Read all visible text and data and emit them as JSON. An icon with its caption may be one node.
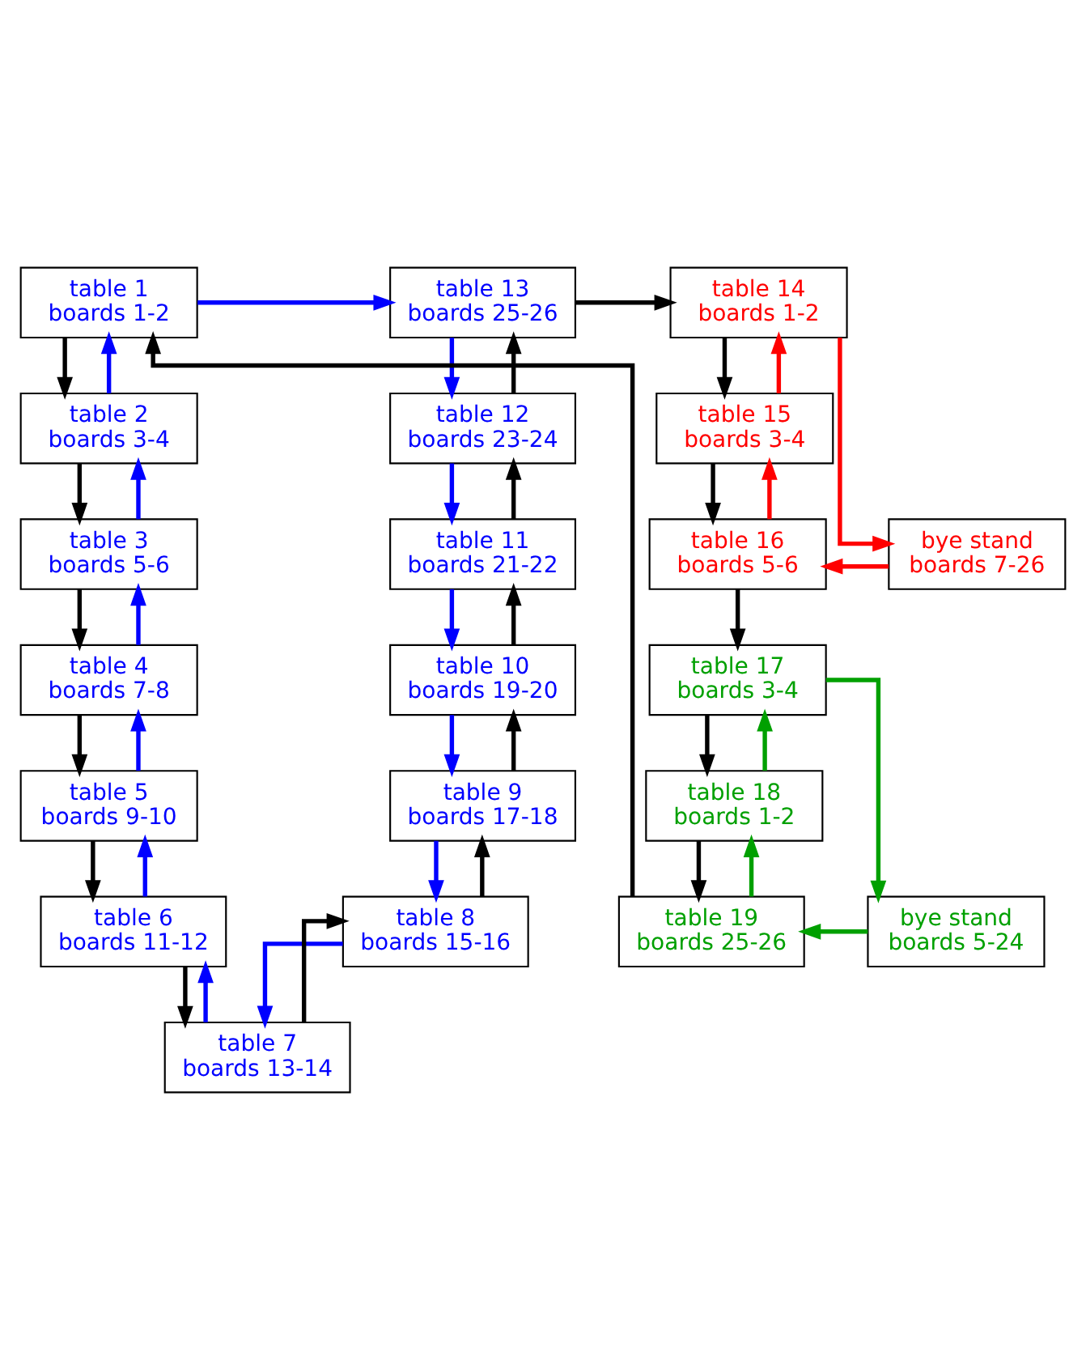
{
  "diagram": {
    "nodes": [
      {
        "text": [
          "table 1",
          "boards 1-2"
        ]
      },
      {
        "text": [
          "table 2",
          "boards 3-4"
        ]
      },
      {
        "text": [
          "table 3",
          "boards 5-6"
        ]
      },
      {
        "text": [
          "table 4",
          "boards 7-8"
        ]
      },
      {
        "text": [
          "table 5",
          "boards 9-10"
        ]
      },
      {
        "text": [
          "table 6",
          "boards 11-12"
        ]
      },
      {
        "text": [
          "table 7",
          "boards 13-14"
        ]
      },
      {
        "text": [
          "table 8",
          "boards 15-16"
        ]
      },
      {
        "text": [
          "table 9",
          "boards 17-18"
        ]
      },
      {
        "text": [
          "table 10",
          "boards 19-20"
        ]
      },
      {
        "text": [
          "table 11",
          "boards 21-22"
        ]
      },
      {
        "text": [
          "table 12",
          "boards 23-24"
        ]
      },
      {
        "text": [
          "table 13",
          "boards 25-26"
        ]
      },
      {
        "text": [
          "table 14",
          "boards 1-2"
        ]
      },
      {
        "text": [
          "table 15",
          "boards 3-4"
        ]
      },
      {
        "text": [
          "table 16",
          "boards 5-6"
        ]
      },
      {
        "text": [
          "table 17",
          "boards 3-4"
        ]
      },
      {
        "text": [
          "table 18",
          "boards 1-2"
        ]
      },
      {
        "text": [
          "table 19",
          "boards 25-26"
        ]
      },
      {
        "text": [
          "bye stand",
          "boards 7-26"
        ]
      },
      {
        "text": [
          "bye stand",
          "boards 5-24"
        ]
      }
    ],
    "edges": [
      {
        "from": 0,
        "to": 1,
        "arrow": "to"
      },
      {
        "from": 1,
        "to": 2,
        "arrow": "to"
      },
      {
        "from": 2,
        "to": 3,
        "arrow": "to"
      },
      {
        "from": 3,
        "to": 4,
        "arrow": "to"
      },
      {
        "from": 4,
        "to": 5,
        "arrow": "to"
      },
      {
        "from": 5,
        "to": 6,
        "arrow": "to"
      },
      {
        "from": 6,
        "to": 7,
        "arrow": "to"
      },
      {
        "from": 7,
        "to": 8,
        "arrow": "to"
      },
      {
        "from": 8,
        "to": 9,
        "arrow": "to"
      },
      {
        "from": 9,
        "to": 10,
        "arrow": "to"
      },
      {
        "from": 10,
        "to": 11,
        "arrow": "to"
      },
      {
        "from": 11,
        "to": 12,
        "arrow": "to"
      },
      {
        "from": 12,
        "to": 13,
        "arrow": "to"
      },
      {
        "from": 13,
        "to": 14,
        "arrow": "to"
      },
      {
        "from": 14,
        "to": 15,
        "arrow": "to"
      },
      {
        "from": 15,
        "to": 16,
        "arrow": "to"
      },
      {
        "from": 16,
        "to": 17,
        "arrow": "to"
      },
      {
        "from": 17,
        "to": 18,
        "arrow": "to"
      },
      {
        "from": 18,
        "to": 0,
        "arrow": "to"
      },
      {
        "from": 0,
        "to": 12,
        "arrow": "to",
        "color": "#0000ff"
      },
      {
        "from": 12,
        "to": 11,
        "arrow": "to",
        "color": "#0000ff"
      },
      {
        "from": 11,
        "to": 10,
        "arrow": "to",
        "color": "#0000ff"
      },
      {
        "from": 10,
        "to": 9,
        "arrow": "to",
        "color": "#0000ff"
      },
      {
        "from": 9,
        "to": 8,
        "arrow": "to",
        "color": "#0000ff"
      },
      {
        "from": 8,
        "to": 7,
        "arrow": "to",
        "color": "#0000ff"
      },
      {
        "from": 7,
        "to": 6,
        "arrow": "to",
        "color": "#0000ff"
      },
      {
        "from": 6,
        "to": 5,
        "arrow": "to",
        "color": "#0000ff"
      },
      {
        "from": 5,
        "to": 4,
        "arrow": "to",
        "color": "#0000ff"
      },
      {
        "from": 4,
        "to": 3,
        "arrow": "to",
        "color": "#0000ff"
      },
      {
        "from": 3,
        "to": 2,
        "arrow": "to",
        "color": "#0000ff"
      },
      {
        "from": 2,
        "to": 1,
        "arrow": "to",
        "color": "#0000ff"
      },
      {
        "from": 1,
        "to": 0,
        "arrow": "to",
        "color": "#0000ff"
      },
      {
        "from": 13,
        "to": 19,
        "arrow": "to",
        "color": "#ff0000"
      },
      {
        "from": 19,
        "to": 15,
        "arrow": "to",
        "color": "#ff0000"
      },
      {
        "from": 15,
        "to": 14,
        "arrow": "to",
        "color": "#ff0000"
      },
      {
        "from": 14,
        "to": 13,
        "arrow": "to",
        "color": "#ff0000"
      },
      {
        "from": 16,
        "to": 20,
        "arrow": "to",
        "color": "#00a000"
      },
      {
        "from": 20,
        "to": 18,
        "arrow": "to",
        "color": "#00a000"
      },
      {
        "from": 18,
        "to": 17,
        "arrow": "to",
        "color": "#00a000"
      },
      {
        "from": 17,
        "to": 16,
        "arrow": "to",
        "color": "#00a000"
      }
    ]
  }
}
